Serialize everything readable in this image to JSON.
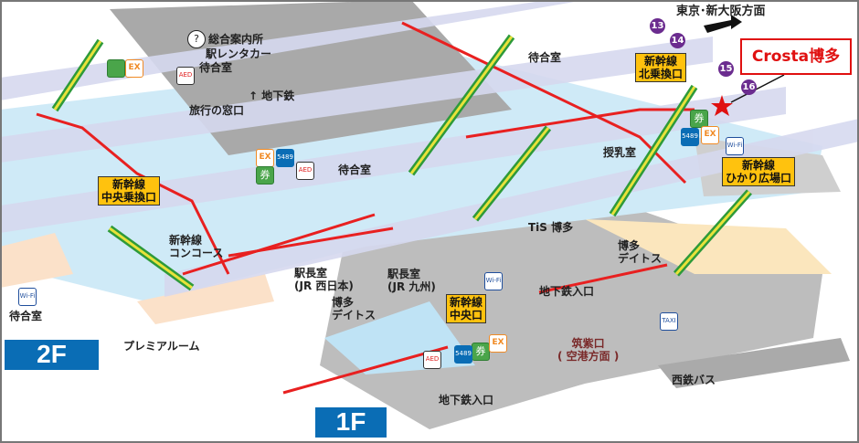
{
  "title_direction": "東京･新大阪方面",
  "callout": {
    "label": "Crosta博多",
    "color": "#e01010"
  },
  "floors": {
    "upper": "2F",
    "lower": "1F"
  },
  "gates": {
    "central_transfer": [
      "新幹線",
      "中央乗換口"
    ],
    "north_transfer": [
      "新幹線",
      "北乗換口"
    ],
    "hikari": [
      "新幹線",
      "ひかり広場口"
    ],
    "central": [
      "新幹線",
      "中央口"
    ]
  },
  "labels": {
    "info": "総合案内所",
    "rentacar": "駅レンタカー",
    "waiting1": "待合室",
    "subway_up": "↑ 地下鉄",
    "ticket_office": "旅行の窓口",
    "waiting2": "待合室",
    "waiting3": "待合室",
    "waiting_2f": "待合室",
    "concourse": [
      "新幹線",
      "コンコース"
    ],
    "premium": "プレミアルーム",
    "nursing": "授乳室",
    "tis": "TiS 博多",
    "deitos_r": [
      "博多",
      "デイトス"
    ],
    "deitos_l": [
      "博多",
      "デイトス"
    ],
    "stationmaster_w": [
      "駅長室",
      "(JR 西日本)"
    ],
    "stationmaster_k": [
      "駅長室",
      "(JR 九州)"
    ],
    "subway_entrance1": "地下鉄入口",
    "subway_entrance2": "地下鉄入口",
    "chikushi": [
      "筑紫口",
      "( 空港方面 )"
    ],
    "nishitetsu_bus": "西鉄バス"
  },
  "platform_numbers": [
    "13",
    "14",
    "15",
    "16"
  ],
  "icons": {
    "ex": "EX",
    "ticket": "券",
    "code": "5489",
    "aed": "AED",
    "wifi": "Wi-Fi",
    "taxi": "TAXI",
    "question": "?"
  },
  "colors": {
    "gate": "#ffc20e",
    "floor_badge": "#0a6db5",
    "platform_num": "#6b2c8f",
    "route": "#e82020"
  }
}
